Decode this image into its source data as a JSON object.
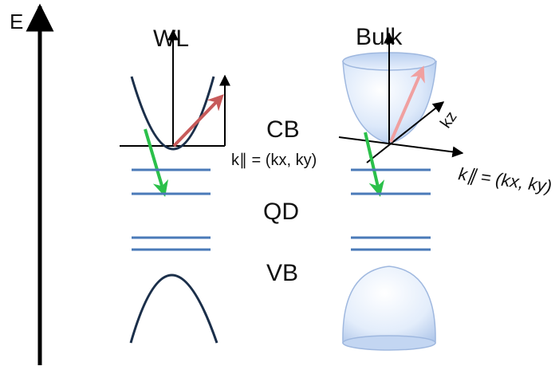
{
  "diagram": {
    "energy_axis_label": "E",
    "wetting_layer": {
      "title": "WL",
      "k_parallel_label": "k∥ = (kx, ky)"
    },
    "bulk": {
      "title": "Bulk",
      "kz_label": "kz",
      "k_parallel_label": "k∥ = (kx, ky)"
    },
    "bands": {
      "conduction": "CB",
      "quantum_dot": "QD",
      "valence": "VB"
    },
    "colors": {
      "wl_parabola": "#1b2f4a",
      "qd_levels": "#4a7ab8",
      "scatter_arrow_green": "#2bc04a",
      "arrow_red": "#c75a5a",
      "arrow_pink": "#f0a0a0",
      "bulk_fill": "#cfe0f7"
    }
  }
}
